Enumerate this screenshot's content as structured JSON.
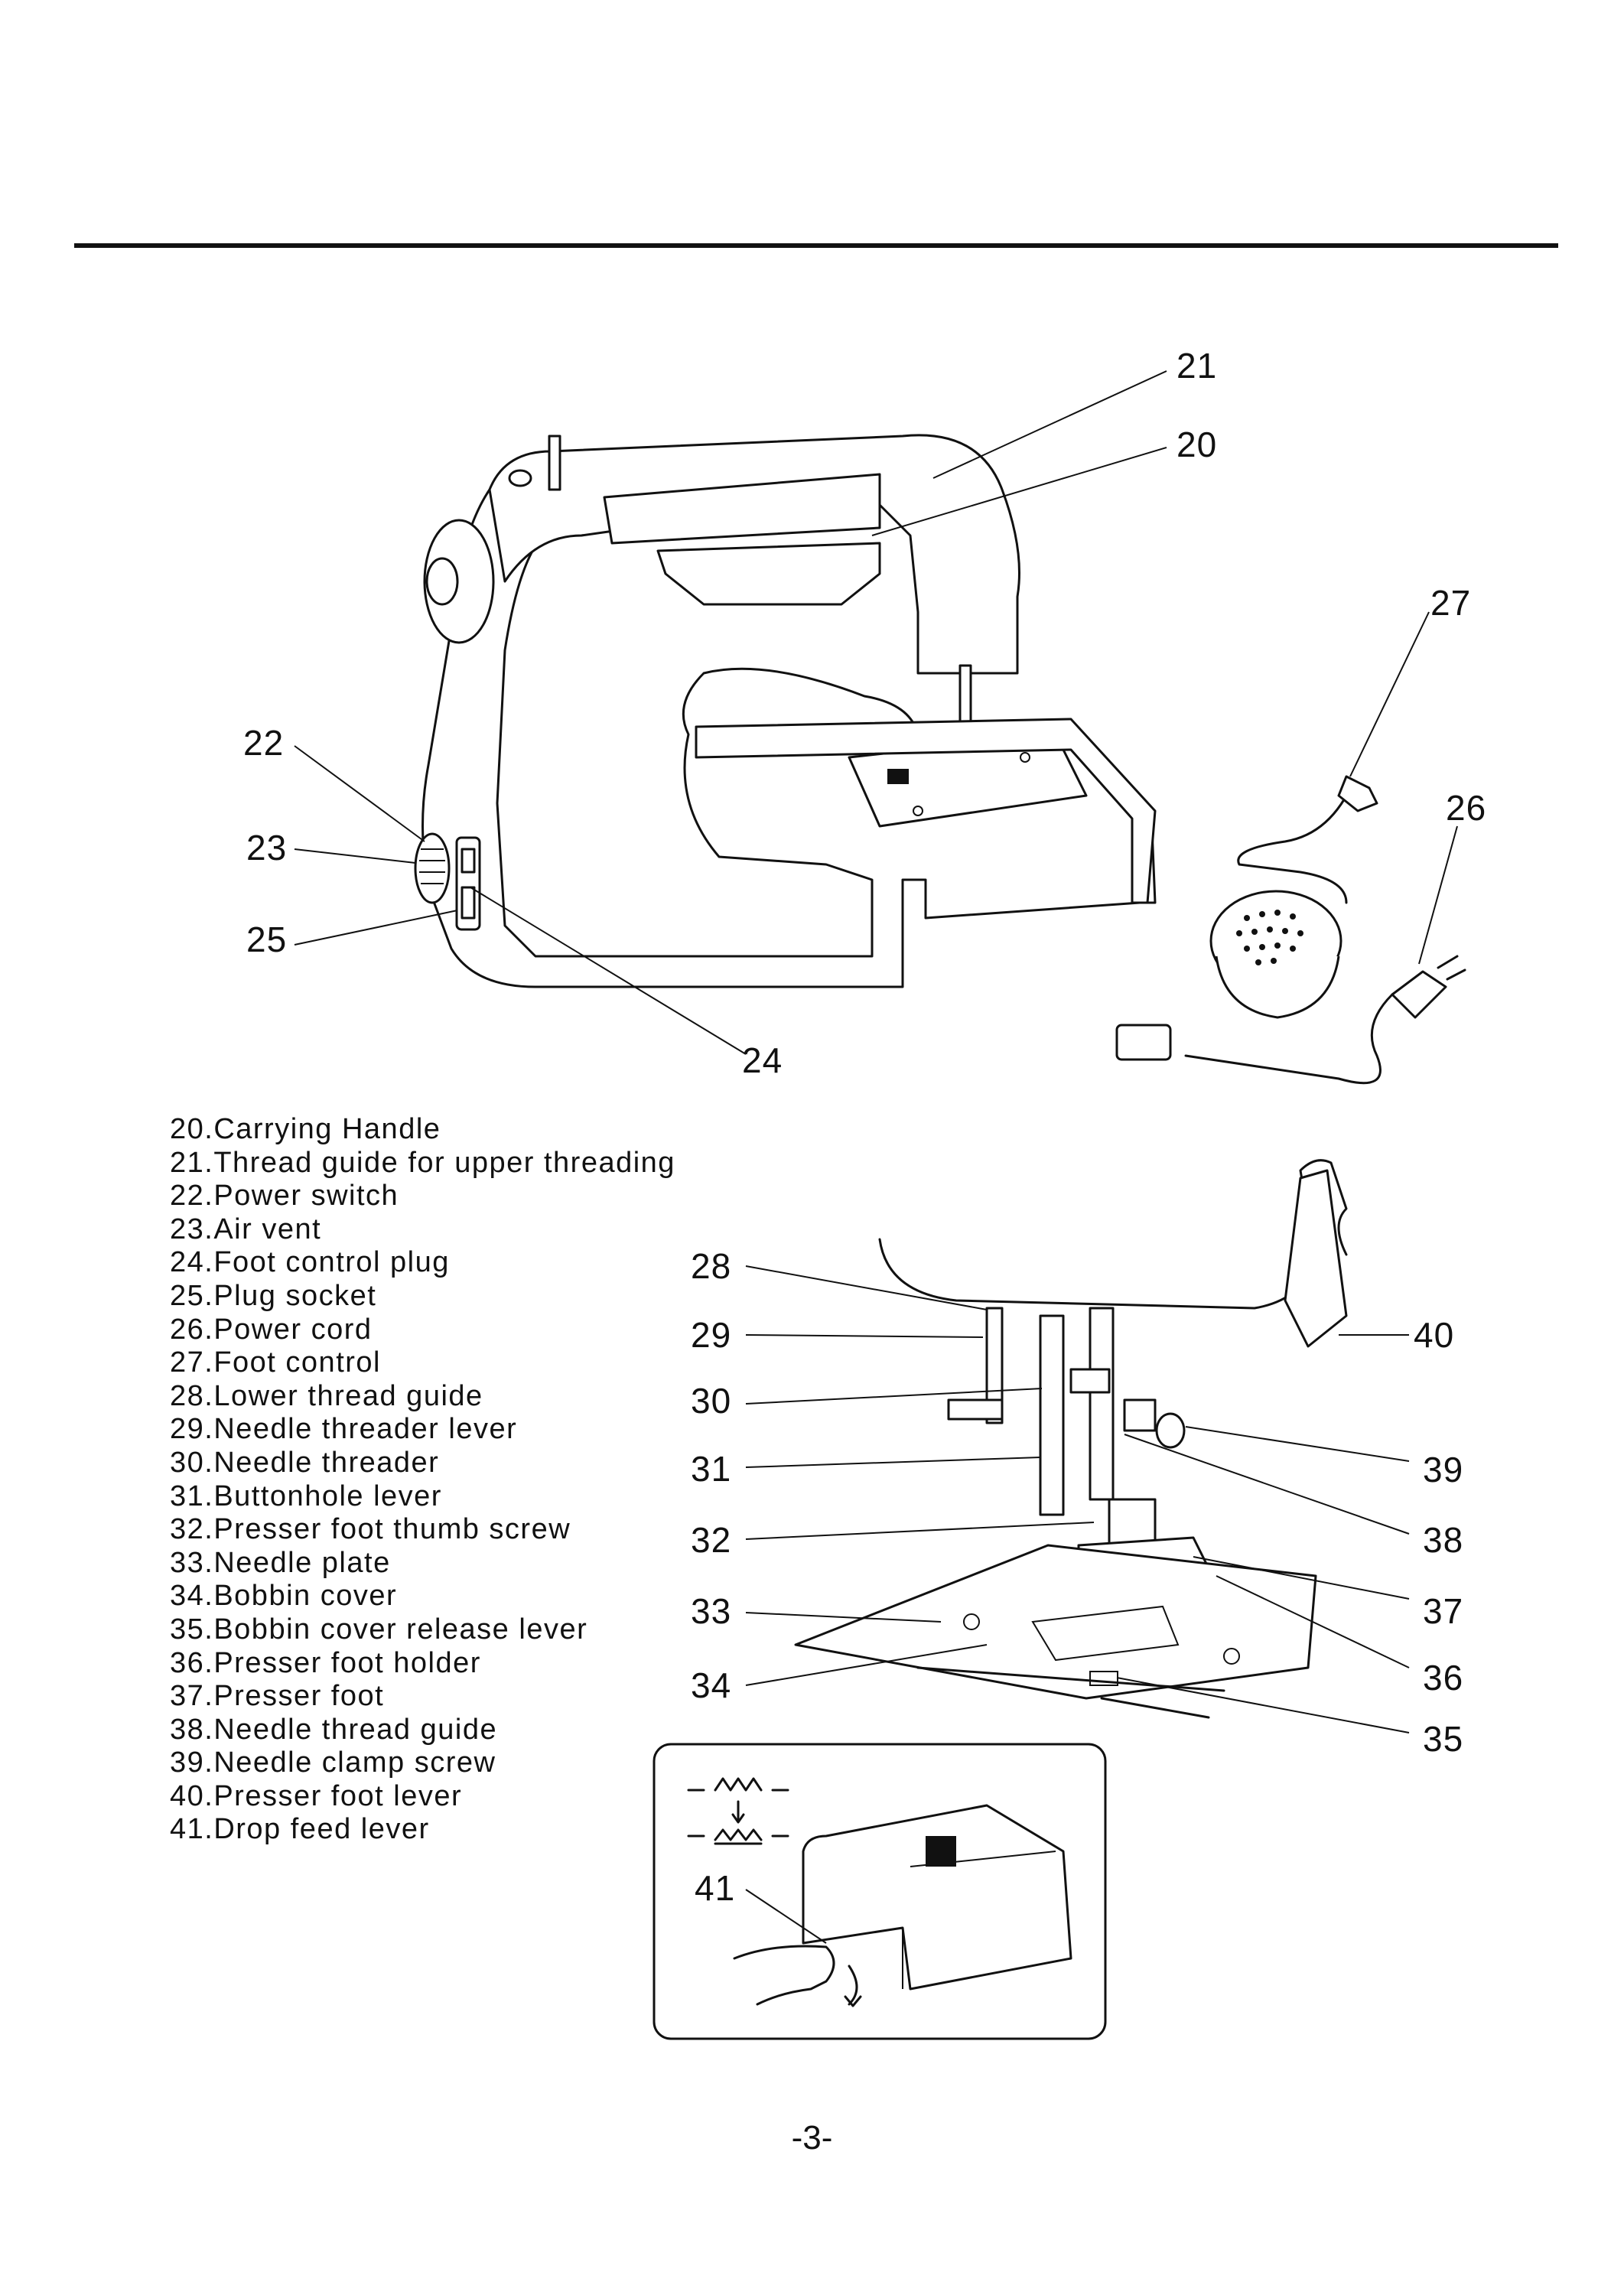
{
  "callouts": {
    "c20": "20",
    "c21": "21",
    "c22": "22",
    "c23": "23",
    "c24": "24",
    "c25": "25",
    "c26": "26",
    "c27": "27",
    "c28": "28",
    "c29": "29",
    "c30": "30",
    "c31": "31",
    "c32": "32",
    "c33": "33",
    "c34": "34",
    "c35": "35",
    "c36": "36",
    "c37": "37",
    "c38": "38",
    "c39": "39",
    "c40": "40",
    "c41": "41"
  },
  "legend": [
    "20.Carrying Handle",
    "21.Thread guide for upper threading",
    "22.Power switch",
    "23.Air vent",
    "24.Foot control plug",
    "25.Plug socket",
    "26.Power cord",
    "27.Foot control",
    "28.Lower thread guide",
    "29.Needle threader lever",
    "30.Needle threader",
    "31.Buttonhole lever",
    "32.Presser foot thumb screw",
    "33.Needle plate",
    "34.Bobbin cover",
    "35.Bobbin cover release lever",
    "36.Presser foot holder",
    "37.Presser foot",
    "38.Needle thread guide",
    "39.Needle clamp screw",
    "40.Presser foot lever",
    "41.Drop feed lever"
  ],
  "page_number": "-3-"
}
